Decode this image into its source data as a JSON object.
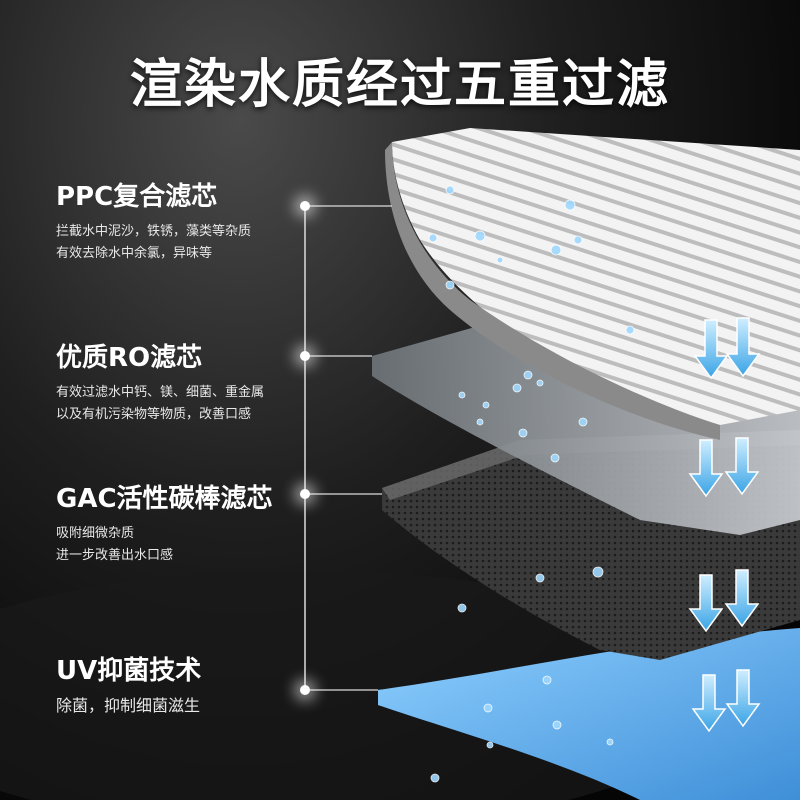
{
  "title": "渲染水质经过五重过滤",
  "features": [
    {
      "name": "PPC复合滤芯",
      "desc": [
        "拦截水中泥沙，铁锈，藻类等杂质",
        "有效去除水中余氯，异味等"
      ]
    },
    {
      "name": "优质RO滤芯",
      "desc": [
        "有效过滤水中钙、镁、细菌、重金属",
        "以及有机污染物等物质，改善口感"
      ]
    },
    {
      "name": "GAC活性碳棒滤芯",
      "desc": [
        "吸附细微杂质",
        "进一步改善出水口感"
      ]
    },
    {
      "name": "UV抑菌技术",
      "desc": [
        "除菌，抑制细菌滋生"
      ]
    }
  ],
  "icons": [
    "down-arrow-icon",
    "water-droplet-icon"
  ],
  "colors": {
    "arrow": "#4fb3ea",
    "uv_layer": "#5aa9e6",
    "background": "#1f1f1f"
  }
}
